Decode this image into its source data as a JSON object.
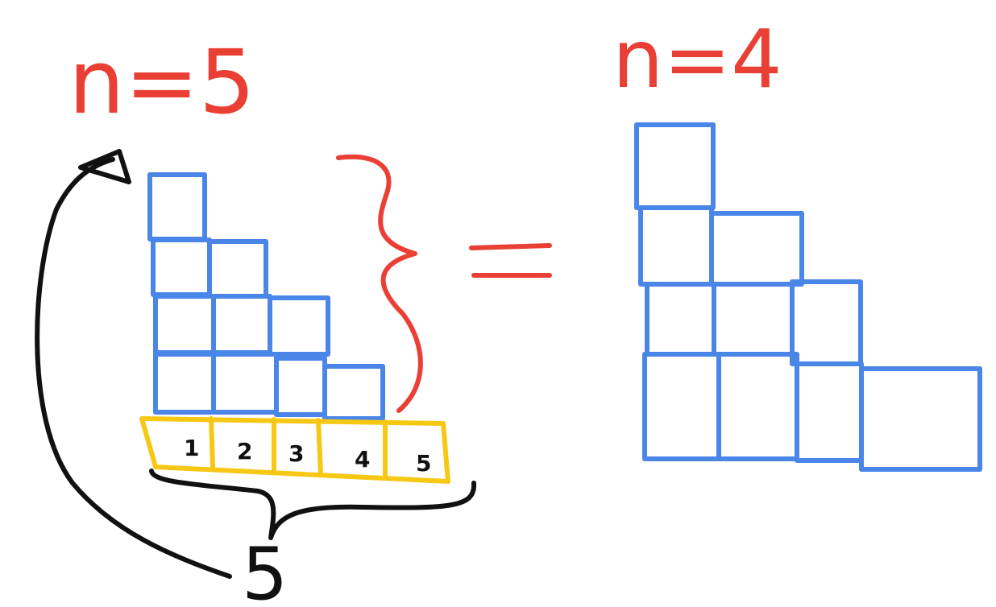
{
  "left_figure": {
    "n_label": "n=5",
    "staircase_rows": [
      1,
      2,
      3,
      4
    ],
    "base_cells": [
      "1",
      "2",
      "3",
      "4",
      "5"
    ],
    "count_label": "5"
  },
  "equals_sign": "=",
  "right_figure": {
    "n_label": "n=4",
    "staircase_rows": [
      1,
      2,
      3,
      4
    ]
  },
  "colors": {
    "label": "#ea3f35",
    "staircase": "#4a86e8",
    "base_row": "#f6c813",
    "annotation": "#111111"
  }
}
